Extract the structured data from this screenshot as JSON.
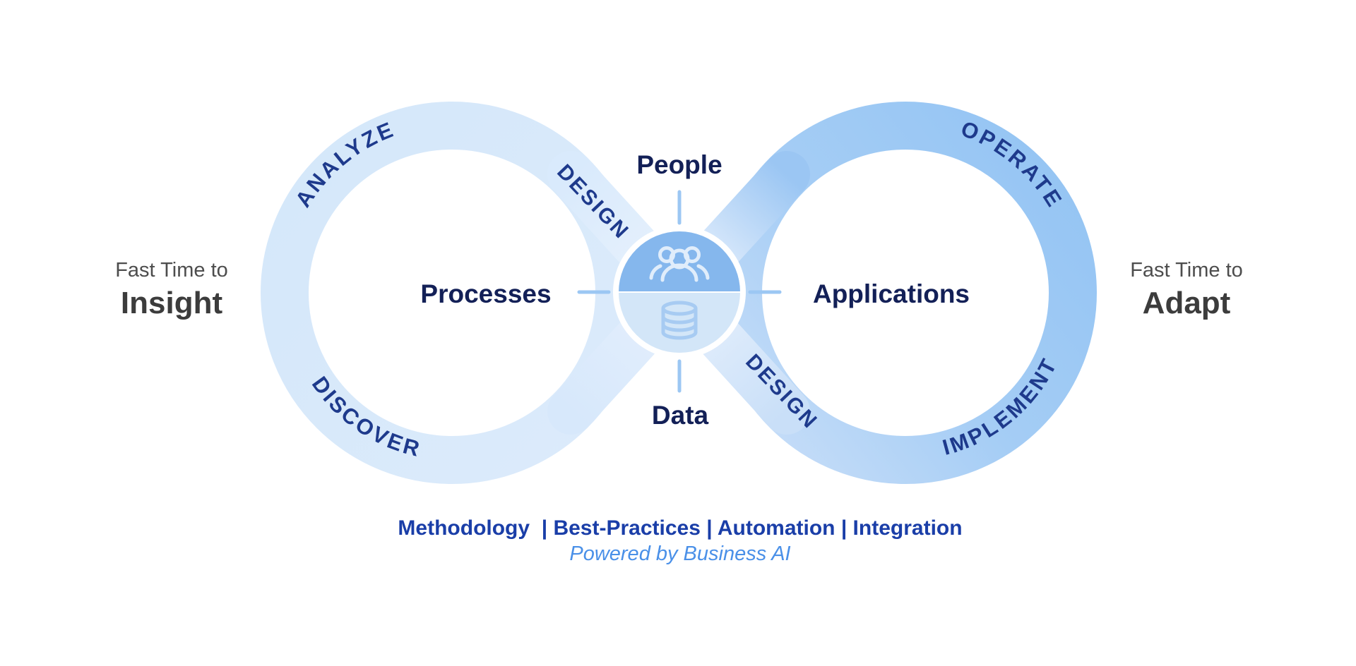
{
  "diagram": {
    "title_hint": "infinity-loop methodology diagram",
    "left_ring": {
      "top_label": "ANALYZE",
      "bottom_label": "DISCOVER",
      "design_label": "DESIGN"
    },
    "right_ring": {
      "top_label": "OPERATE",
      "bottom_label": "IMPLEMENT",
      "design_label": "DESIGN"
    },
    "center": {
      "top": "People",
      "left": "Processes",
      "right": "Applications",
      "bottom": "Data",
      "icons": [
        "people-group-icon",
        "database-icon"
      ]
    },
    "left_caption": {
      "prefix": "Fast Time to",
      "value": "Insight"
    },
    "right_caption": {
      "prefix": "Fast Time to",
      "value": "Adapt"
    },
    "footer": {
      "categories": "Methodology  | Best-Practices | Automation | Integration",
      "powered_by": "Powered by Business AI"
    },
    "colors": {
      "left_ring": "#d6e8fa",
      "right_ring_dark": "#94c4f3",
      "right_ring_light": "#c6ddf8",
      "center_top": "#85b7ed",
      "center_bottom": "#d3e6f8",
      "arc_label_navy": "#1e3a8c",
      "category_navy": "#132057",
      "footer_blue": "#1a3ea8",
      "powered_blue": "#4a90e8",
      "caption_gray": "#4d4d4d"
    }
  }
}
